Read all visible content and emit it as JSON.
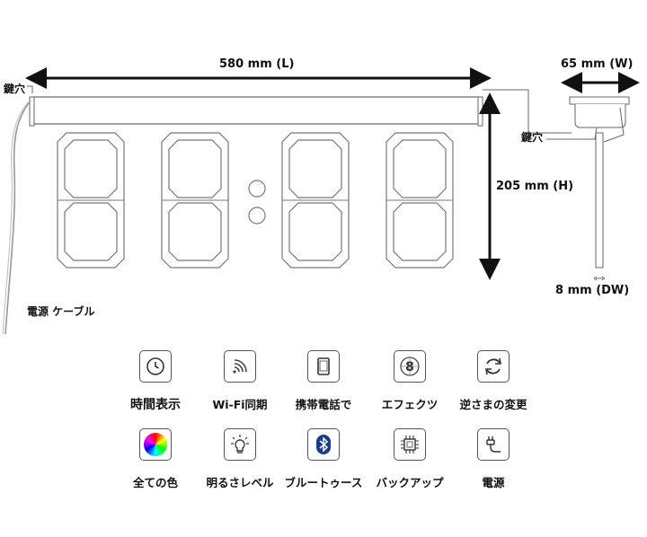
{
  "dimensions": {
    "length": "580 mm (L)",
    "height": "205 mm (H)",
    "width": "65 mm (W)",
    "depth_wall": "8 mm (DW)"
  },
  "labels": {
    "keyhole_left": "鍵穴",
    "keyhole_right": "鍵穴",
    "power_cable": "電源 ケーブル"
  },
  "features": [
    {
      "label": "時間表示",
      "icon": "clock-icon"
    },
    {
      "label": "Wi-Fi同期",
      "icon": "wifi-icon"
    },
    {
      "label": "携帯電話で",
      "icon": "phone-icon"
    },
    {
      "label": "エフェクツ",
      "icon": "effects-icon"
    },
    {
      "label": "逆さまの変更",
      "icon": "rotate-icon"
    },
    {
      "label": "全ての色",
      "icon": "color-wheel-icon"
    },
    {
      "label": "明るさレベル",
      "icon": "bulb-icon"
    },
    {
      "label": "ブルートゥース",
      "icon": "bluetooth-icon"
    },
    {
      "label": "バックアップ",
      "icon": "chip-icon"
    },
    {
      "label": "電源",
      "icon": "plug-icon"
    }
  ]
}
